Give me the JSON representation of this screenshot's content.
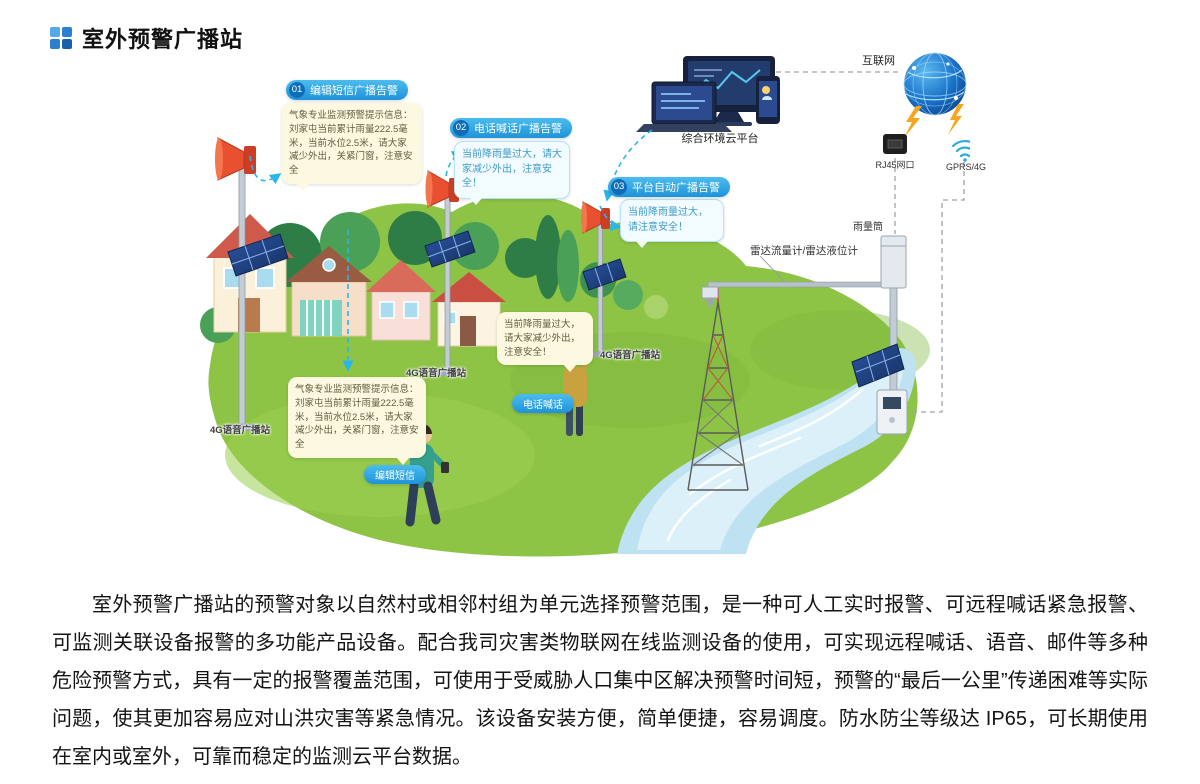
{
  "page": {
    "title": "室外预警广播站"
  },
  "diagram": {
    "callouts": [
      {
        "num": "01",
        "label": "编辑短信广播告警"
      },
      {
        "num": "02",
        "label": "电话喊话广播告警"
      },
      {
        "num": "03",
        "label": "平台自动广播告警"
      }
    ],
    "bubbles": {
      "sms_alert": "气象专业监测预警提示信息：刘家屯当前累计雨量222.5毫米，当前水位2.5米，请大家减少外出，关紧门窗，注意安全",
      "call_alert": "当前降雨量过大，请大家减少外出，注意安全！",
      "platform_alert": "当前降雨量过大，请注意安全！",
      "person_call": "当前降雨量过大，请大家减少外出，注意安全！",
      "person_sms": "气象专业监测预警提示信息：刘家屯当前累计雨量222.5毫米，当前水位2.5米，请大家减少外出，关紧门窗，注意安全"
    },
    "tags": {
      "phone_call": "电话喊话",
      "edit_sms": "编辑短信"
    },
    "labels": {
      "station": "4G语音广播站",
      "cloud_platform": "综合环境云平台",
      "internet": "互联网",
      "rj45": "RJ45网口",
      "gprs": "GPRS/4G",
      "rain_gauge": "雨量筒",
      "radar": "雷达流量计/雷达液位计"
    },
    "accent_colors": {
      "callout_blue": "#29abe2",
      "speaker_red": "#e8502f",
      "panel_navy": "#1d3f7a"
    }
  },
  "description": "室外预警广播站的预警对象以自然村或相邻村组为单元选择预警范围，是一种可人工实时报警、可远程喊话紧急报警、可监测关联设备报警的多功能产品设备。配合我司灾害类物联网在线监测设备的使用，可实现远程喊话、语音、邮件等多种危险预警方式，具有一定的报警覆盖范围，可使用于受威胁人口集中区解决预警时间短，预警的“最后一公里”传递困难等实际问题，使其更加容易应对山洪灾害等紧急情况。该设备安装方便，简单便捷，容易调度。防水防尘等级达 IP65，可长期使用在室内或室外，可靠而稳定的监测云平台数据。"
}
